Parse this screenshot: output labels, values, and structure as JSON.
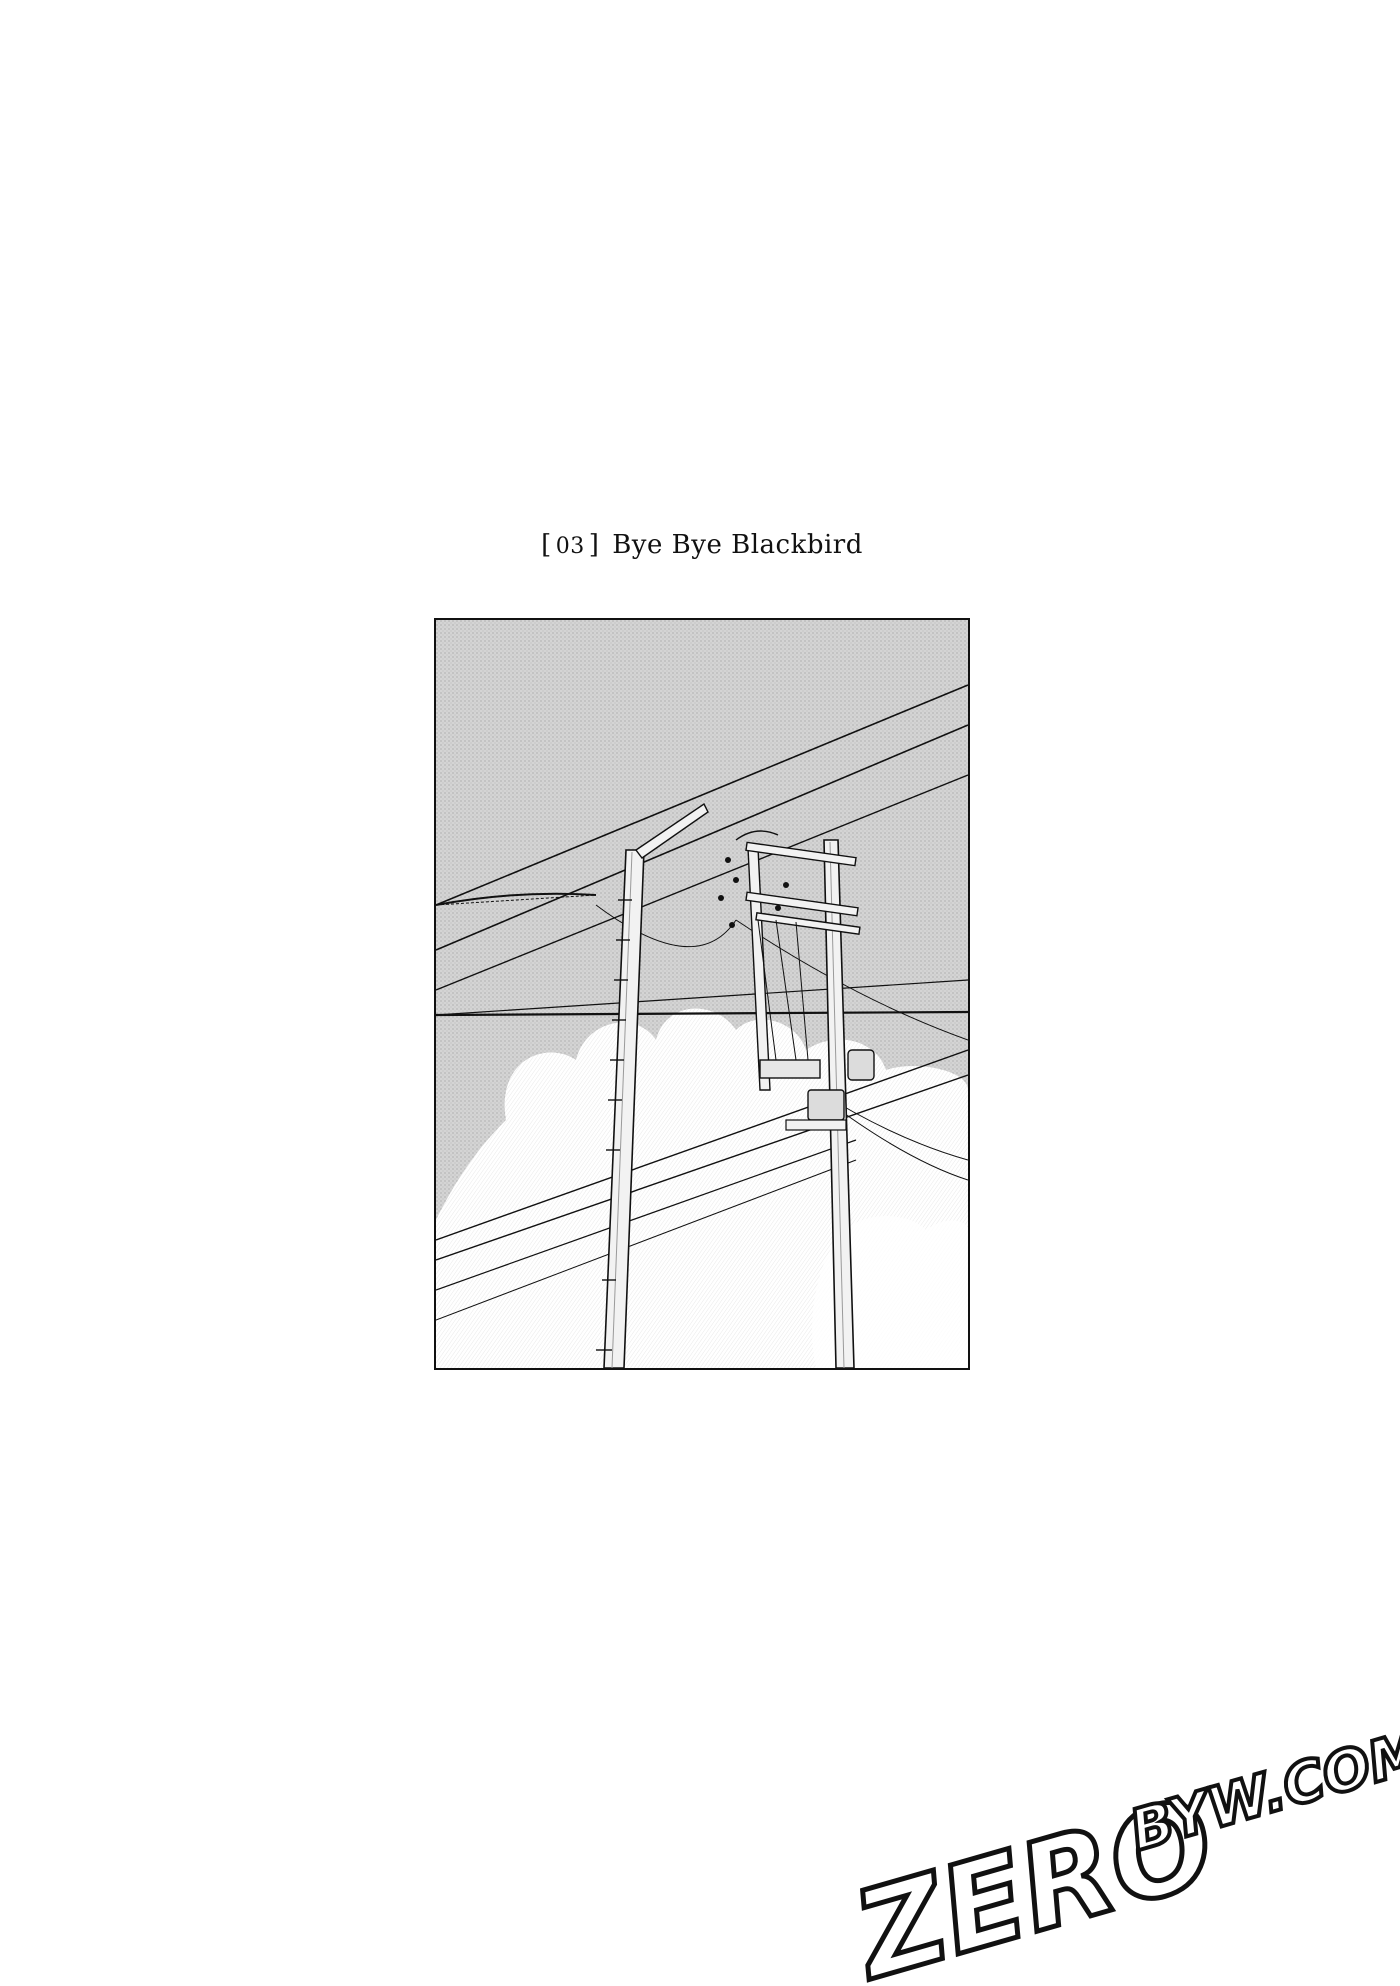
{
  "chapter": {
    "open_bracket": "[",
    "number": "03",
    "close_bracket": "]",
    "title": "Bye Bye Blackbird"
  },
  "illustration": {
    "subject": "utility-poles-and-power-lines"
  },
  "watermark": {
    "text_large": "ZERO",
    "text_small": "BYW.COM"
  },
  "colors": {
    "ink": "#111111",
    "sky": "#d9d9d9",
    "paper": "#ffffff"
  }
}
